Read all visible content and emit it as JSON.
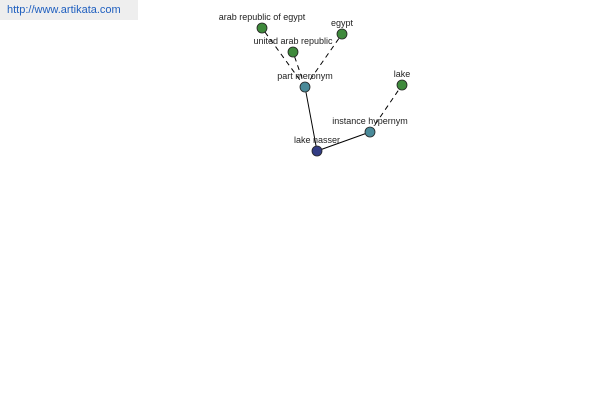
{
  "site": {
    "url": "http://www.artikata.com"
  },
  "colors": {
    "root": "#333d84",
    "relation": "#4a8a99",
    "leaf": "#3f8a3c",
    "edge": "#000000"
  },
  "graph": {
    "nodes": [
      {
        "id": "lake-nasser",
        "label": "lake nasser",
        "kind": "root"
      },
      {
        "id": "part-meronym",
        "label": "part meronym",
        "kind": "relation"
      },
      {
        "id": "instance-hypernym",
        "label": "instance hypernym",
        "kind": "relation"
      },
      {
        "id": "arab-republic-of-egypt",
        "label": "arab republic of egypt",
        "kind": "leaf"
      },
      {
        "id": "united-arab-republic",
        "label": "united arab republic",
        "kind": "leaf"
      },
      {
        "id": "egypt",
        "label": "egypt",
        "kind": "leaf"
      },
      {
        "id": "lake",
        "label": "lake",
        "kind": "leaf"
      }
    ],
    "edges": [
      {
        "from": "lake-nasser",
        "to": "part-meronym",
        "style": "solid"
      },
      {
        "from": "lake-nasser",
        "to": "instance-hypernym",
        "style": "solid"
      },
      {
        "from": "part-meronym",
        "to": "arab-republic-of-egypt",
        "style": "dashed"
      },
      {
        "from": "part-meronym",
        "to": "united-arab-republic",
        "style": "dashed"
      },
      {
        "from": "part-meronym",
        "to": "egypt",
        "style": "dashed"
      },
      {
        "from": "instance-hypernym",
        "to": "lake",
        "style": "dashed"
      }
    ]
  }
}
